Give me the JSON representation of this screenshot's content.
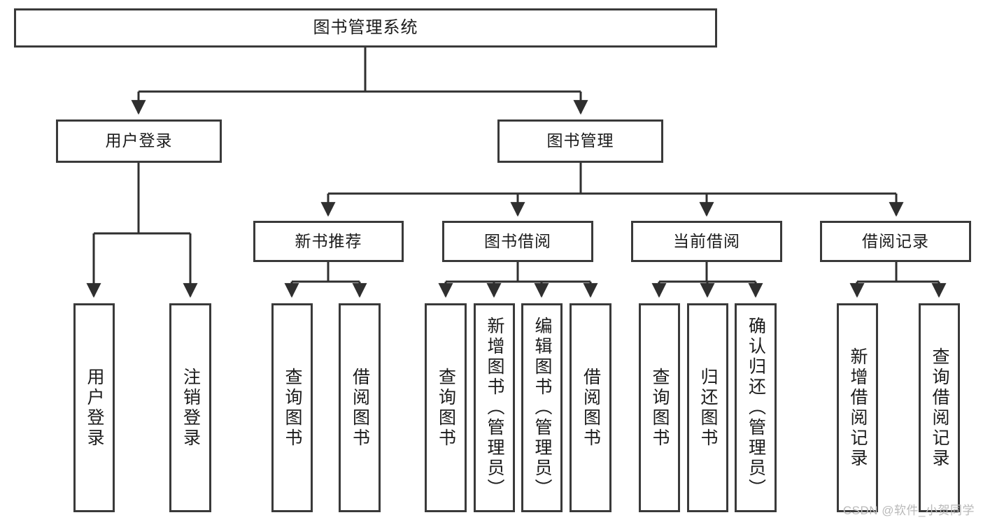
{
  "diagram": {
    "title": "图书管理系统",
    "type": "function-structure-tree",
    "watermark": "CSDN @软件_小贺同学",
    "colors": {
      "box_border": "#3a3a3a",
      "box_fill": "#ffffff",
      "connector": "#2f2f2f",
      "text": "#1b1b1b",
      "watermark": "#b9b9b9"
    },
    "levels": {
      "root": {
        "label": "图书管理系统"
      },
      "level2": [
        {
          "label": "用户登录"
        },
        {
          "label": "图书管理"
        }
      ],
      "level3": [
        {
          "label": "新书推荐"
        },
        {
          "label": "图书借阅"
        },
        {
          "label": "当前借阅"
        },
        {
          "label": "借阅记录"
        }
      ],
      "leaves": [
        {
          "label": "用户登录",
          "parent": "用户登录"
        },
        {
          "label": "注销登录",
          "parent": "用户登录"
        },
        {
          "label": "查询图书",
          "parent": "新书推荐"
        },
        {
          "label": "借阅图书",
          "parent": "新书推荐"
        },
        {
          "label": "查询图书",
          "parent": "图书借阅"
        },
        {
          "label": "新增图书（管理员）",
          "parent": "图书借阅"
        },
        {
          "label": "编辑图书（管理员）",
          "parent": "图书借阅"
        },
        {
          "label": "借阅图书",
          "parent": "图书借阅"
        },
        {
          "label": "查询图书",
          "parent": "当前借阅"
        },
        {
          "label": "归还图书",
          "parent": "当前借阅"
        },
        {
          "label": "确认归还（管理员）",
          "parent": "当前借阅"
        },
        {
          "label": "新增借阅记录",
          "parent": "借阅记录"
        },
        {
          "label": "查询借阅记录",
          "parent": "借阅记录"
        }
      ]
    }
  }
}
